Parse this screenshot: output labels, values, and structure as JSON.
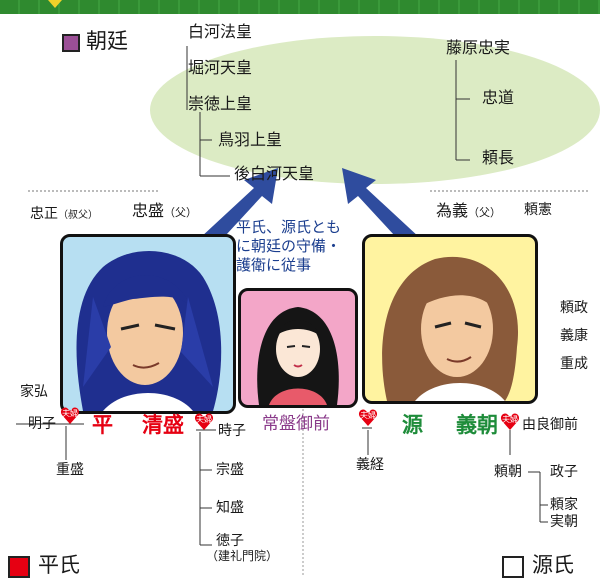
{
  "legend": {
    "court": {
      "label": "朝廷",
      "color": "#9b4f96"
    },
    "taira": {
      "label": "平氏",
      "color": "#e60012"
    },
    "minamoto": {
      "label": "源氏",
      "color": "#ffffff"
    }
  },
  "court_people": {
    "shirakawa": "白河法皇",
    "horikawa": "堀河天皇",
    "sutoku": "崇徳上皇",
    "toba": "鳥羽上皇",
    "goshirakawa": "後白河天皇",
    "fujiwara_tadazane": "藤原忠実",
    "tadamichi": "忠道",
    "yorinaga": "頼長"
  },
  "annotation": [
    "平氏、源氏とも",
    "に朝廷の守備・",
    "護衛に従事"
  ],
  "taira": {
    "tadamasa": "忠正",
    "tadamasa_note": "（叔父）",
    "tadamori": "忠盛",
    "tadamori_note": "（父）",
    "iehiro": "家弘",
    "akiko": "明子",
    "surname": "平",
    "given": "清盛",
    "tokiko": "時子",
    "shigemori": "重盛",
    "munemori": "宗盛",
    "tomomori": "知盛",
    "tokuko": "徳子",
    "tokuko_note": "（建礼門院）"
  },
  "tokiwa": "常盤御前",
  "minamoto": {
    "tameyoshi": "為義",
    "tameyoshi_note": "（父）",
    "yorikata": "頼憲",
    "yorimasa": "頼政",
    "yoshiyasu": "義康",
    "shigenari": "重成",
    "surname": "源",
    "given": "義朝",
    "yura": "由良御前",
    "yoshitsune": "義経",
    "yoritomo": "頼朝",
    "masako": "政子",
    "yoriie": "頼家",
    "sanetomo": "実朝"
  },
  "badge": "夫婦",
  "colors": {
    "ellipse": "#dcebc4",
    "arrow": "#2f4c9e",
    "taira_text": "#e60012",
    "minamoto_text": "#1e8c3a",
    "tokiwa_text": "#8a3a8a",
    "annotation_text": "#1c3f8f",
    "portrait_left_bg": "#b7dff2",
    "portrait_mid_bg": "#f3a6c8",
    "portrait_right_bg": "#fff3a0"
  }
}
